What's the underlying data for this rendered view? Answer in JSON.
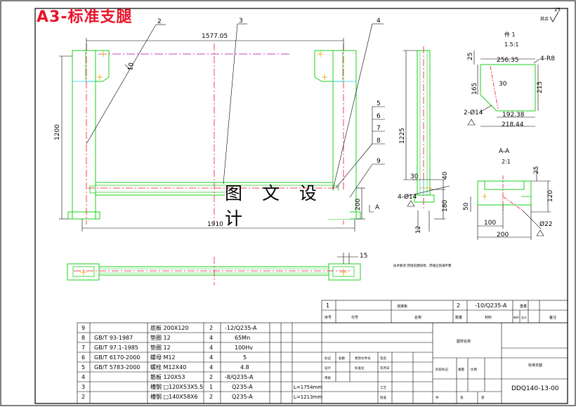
{
  "title": "A3-标准支腿",
  "watermark": "图 文 设 计",
  "roughness": "25",
  "roughness_rest": "其余",
  "balloons": [
    "2",
    "3",
    "4",
    "5",
    "6",
    "7",
    "8",
    "9"
  ],
  "dims_main": {
    "top": "1577.05",
    "bottom": "1910",
    "left": "1200",
    "slant": "10",
    "right_h": "200",
    "section_mark": "A"
  },
  "dims_side": {
    "height": "1225",
    "a": "30",
    "b": "40",
    "hole": "4-Ø14",
    "h180": "180",
    "w12": "12"
  },
  "part1": {
    "label": "件 1",
    "scale": "1.5:1",
    "w_top": "256.35",
    "radius": "4-R8",
    "h_left": "165",
    "h_right": "215",
    "angle": "30",
    "w_mid": "192.38",
    "w_bot": "218.44",
    "holes": "2-Ø14",
    "h25": "25"
  },
  "sectionAA": {
    "label": "A-A",
    "scale": "2:1",
    "d25": "25",
    "d120": "120",
    "d50": "50",
    "d100": "100",
    "d200": "200",
    "hole": "Ø22"
  },
  "plan_view": {
    "d15": "15"
  },
  "tech_note": "技术要求:焊接前需除锈，焊缝应饱满平整",
  "bom": [
    {
      "no": "9",
      "code": "",
      "name": "底板 200X120",
      "qty": "2",
      "mat": "-12/Q235-A",
      "note": ""
    },
    {
      "no": "8",
      "code": "GB/T 93-1987",
      "name": "垫圈 12",
      "qty": "4",
      "mat": "65Mn",
      "note": ""
    },
    {
      "no": "7",
      "code": "GB/T 97.1-1985",
      "name": "垫圈 12",
      "qty": "4",
      "mat": "100Hv",
      "note": ""
    },
    {
      "no": "6",
      "code": "GB/T 6170-2000",
      "name": "螺母 M12",
      "qty": "4",
      "mat": "5",
      "note": ""
    },
    {
      "no": "5",
      "code": "GB/T 5783-2000",
      "name": "螺栓 M12X40",
      "qty": "4",
      "mat": "4.8",
      "note": ""
    },
    {
      "no": "4",
      "code": "",
      "name": "筋板 120X53",
      "qty": "2",
      "mat": "-8/Q235-A",
      "note": ""
    },
    {
      "no": "3",
      "code": "",
      "name": "槽钢 □120X53X5.5",
      "qty": "1",
      "mat": "Q235-A",
      "note": "L=1754mm"
    },
    {
      "no": "2",
      "code": "",
      "name": "槽钢 □140X58X6",
      "qty": "2",
      "mat": "Q235-A",
      "note": "L=1213mm"
    }
  ],
  "title_block": {
    "row1_no": "1",
    "row1_name": "连接板",
    "row1_qty": "2",
    "row1_mat": "-10/Q235-A",
    "drawing_no": "DDQ140-13-00",
    "part_name": "标准支腿",
    "h_seq": "序号",
    "h_code": "代号",
    "h_name": "名称",
    "h_qty": "数量",
    "h_mat": "材料",
    "h_single": "单件",
    "h_total": "总计",
    "h_weight": "重量",
    "h_note": "备注",
    "r_mark": "标记",
    "r_count": "处数",
    "r_zone": "分区",
    "r_doc": "更改文件号",
    "r_sign": "签名",
    "r_date": "年月日",
    "r_design": "设计",
    "r_std": "标准化",
    "r_check": "审核",
    "r_proc": "工艺",
    "r_approve": "批准",
    "r_stage": "阶段标记",
    "r_weight": "重量",
    "r_scale": "比例",
    "r_sheets": "共",
    "r_sheet": "张",
    "r_of": "第",
    "unit": "图样名称"
  }
}
